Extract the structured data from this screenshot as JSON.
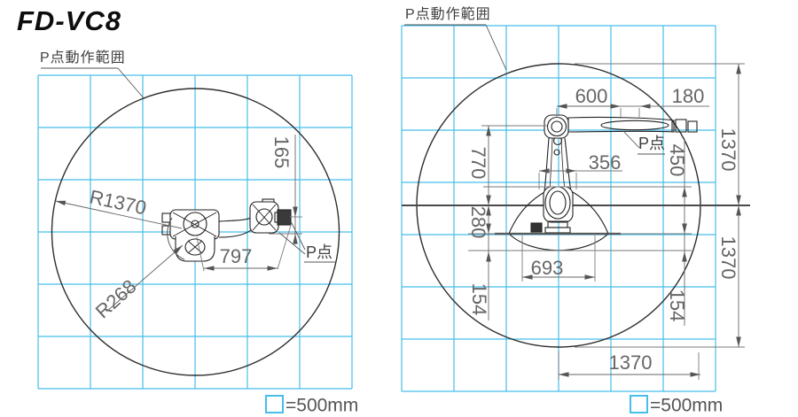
{
  "title": "FD-VC8",
  "colors": {
    "grid": "#46BEE9",
    "outline": "#262626",
    "dimension": "#6a6a6a",
    "heavy_line": "#4a4a4a",
    "tool_fill": "#3a3a3a"
  },
  "left_view": {
    "name": "top-view-working-range",
    "range_label": "P点動作範囲",
    "p_point_label": "P点",
    "legend_text": "=500mm",
    "dims": {
      "r_outer": "R1370",
      "r_inner": "R268",
      "reach": "797",
      "tool_offset": "165"
    }
  },
  "right_view": {
    "name": "side-view-working-range",
    "range_label": "P点動作範囲",
    "p_point_label": "P点",
    "legend_text": "=500mm",
    "dims": {
      "d600": "600",
      "d180": "180",
      "d356": "356",
      "d770": "770",
      "d280": "280",
      "d693": "693",
      "d154_left": "154",
      "d154_right": "154",
      "d450": "450",
      "d1370_upper": "1370",
      "d1370_lower": "1370",
      "d1370_bottom": "1370"
    }
  },
  "grid_cell_mm": 500
}
